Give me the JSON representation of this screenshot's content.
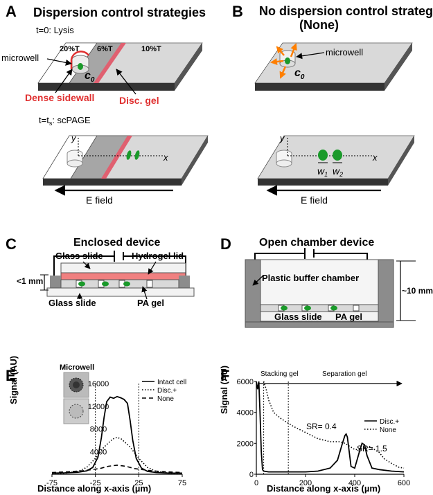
{
  "panelA": {
    "letter": "A",
    "title": "Dispersion control strategies",
    "time1": "t=0: Lysis",
    "gel_20": "20%T",
    "gel_6": "6%T",
    "gel_10": "10%T",
    "microwell": "microwell",
    "c0": "c",
    "c0_sub": "0",
    "dense_sidewall": "Dense sidewall",
    "disc_gel": "Disc. gel",
    "time2_prefix": "t=t",
    "time2_sub": "s",
    "time2_suffix": ": scPAGE",
    "axis_y": "y",
    "axis_x": "x",
    "efield": "E field"
  },
  "panelB": {
    "letter": "B",
    "title_line1": "No dispersion control strategies",
    "title_line2": "(None)",
    "microwell": "microwell",
    "c0": "c",
    "c0_sub": "0",
    "axis_y": "y",
    "axis_x": "x",
    "w1": "w",
    "w1_sub": "1",
    "w2": "w",
    "w2_sub": "2",
    "efield": "E field"
  },
  "panelC": {
    "letter": "C",
    "title": "Enclosed device",
    "glass_top": "Glass slide",
    "hydrogel_lid": "Hydrogel lid",
    "dim": "<1 mm",
    "glass_bottom": "Glass slide",
    "pa_gel": "PA gel"
  },
  "panelD": {
    "letter": "D",
    "title": "Open chamber device",
    "chamber": "Plastic buffer chamber",
    "dim": "~10 mm",
    "glass": "Glass slide",
    "pa_gel": "PA gel"
  },
  "colors": {
    "green": "#1a9a2a",
    "red": "#e03030",
    "pink": "#f08080",
    "orange": "#ff7f00",
    "gray_light": "#d9d9d9",
    "gray_mid": "#a6a6a6",
    "gray_dark": "#404040"
  },
  "chart_data": [
    {
      "type": "line",
      "panel_letter": "E",
      "inset_label": "Microwell",
      "xlabel": "Distance along x-axis (µm)",
      "ylabel": "Signal (AU)",
      "xlim": [
        -75,
        75
      ],
      "ylim": [
        0,
        16000
      ],
      "x_ticks": [
        -75,
        -25,
        25,
        75
      ],
      "x_tick_labels": [
        "-75",
        "-25",
        "25",
        "75"
      ],
      "y_ticks": [
        4000,
        8000,
        12000,
        16000
      ],
      "y_tick_labels": [
        "4000",
        "8000",
        "12000",
        "16000"
      ],
      "legend": [
        "Intact cell",
        "Disc.+",
        "None"
      ],
      "legend_position": "top-right",
      "series": [
        {
          "name": "Intact cell",
          "style": "solid",
          "x": [
            -75,
            -60,
            -45,
            -35,
            -28,
            -22,
            -18,
            -15,
            -12,
            -8,
            -4,
            0,
            4,
            8,
            12,
            15,
            18,
            22,
            28,
            35,
            45,
            60,
            75
          ],
          "y": [
            200,
            250,
            350,
            600,
            1200,
            3000,
            6500,
            10000,
            12800,
            13600,
            13400,
            13700,
            13500,
            13200,
            12500,
            9500,
            6000,
            2800,
            1100,
            500,
            300,
            200,
            200
          ]
        },
        {
          "name": "Disc.+",
          "style": "dotted",
          "x": [
            -75,
            -60,
            -45,
            -35,
            -25,
            -15,
            -5,
            0,
            5,
            15,
            25,
            35,
            45,
            60,
            75
          ],
          "y": [
            100,
            200,
            500,
            1200,
            2800,
            4800,
            6200,
            6500,
            6200,
            4800,
            2800,
            1200,
            500,
            200,
            100
          ]
        },
        {
          "name": "None",
          "style": "dashed",
          "x": [
            -75,
            -60,
            -40,
            -20,
            -10,
            0,
            10,
            20,
            40,
            60,
            75
          ],
          "y": [
            300,
            400,
            600,
            1000,
            1400,
            1600,
            1400,
            1000,
            600,
            400,
            300
          ]
        }
      ],
      "vlines": [
        -25,
        25
      ]
    },
    {
      "type": "line",
      "panel_letter": "F",
      "xlabel": "Distance along x-axis (µm)",
      "ylabel": "Signal (AU)",
      "xlim": [
        0,
        600
      ],
      "ylim": [
        0,
        6000
      ],
      "x_ticks": [
        0,
        200,
        400,
        600
      ],
      "x_tick_labels": [
        "0",
        "200",
        "400",
        "600"
      ],
      "y_ticks": [
        0,
        2000,
        4000,
        6000
      ],
      "y_tick_labels": [
        "0",
        "2000",
        "4000",
        "6000"
      ],
      "legend": [
        "Disc.+",
        "None"
      ],
      "legend_position": "center-right",
      "annotations": {
        "stacking": "Stacking gel",
        "separation": "Separation gel",
        "sr_disc": "SR= 1.5",
        "sr_none": "SR= 0.4"
      },
      "vlines": [
        30,
        130
      ],
      "series": [
        {
          "name": "Disc.+",
          "style": "solid",
          "x": [
            0,
            5,
            10,
            15,
            20,
            25,
            30,
            50,
            100,
            150,
            200,
            250,
            300,
            330,
            350,
            360,
            365,
            370,
            375,
            385,
            400,
            420,
            430,
            440,
            450,
            470,
            500,
            550,
            600
          ],
          "y": [
            6000,
            5500,
            6000,
            4000,
            1500,
            300,
            200,
            150,
            150,
            150,
            150,
            200,
            400,
            900,
            2000,
            2500,
            2600,
            2400,
            1800,
            500,
            400,
            1500,
            2000,
            1900,
            1200,
            400,
            300,
            200,
            150
          ]
        },
        {
          "name": "None",
          "style": "dotted",
          "x": [
            30,
            40,
            50,
            70,
            100,
            130,
            150,
            200,
            250,
            300,
            340,
            360,
            380,
            400,
            420,
            440,
            460,
            480,
            500,
            520,
            550,
            580,
            600
          ],
          "y": [
            6000,
            5500,
            4800,
            4000,
            3600,
            3300,
            3100,
            2700,
            2300,
            2100,
            2100,
            2000,
            1800,
            1600,
            1600,
            1700,
            1800,
            1600,
            1400,
            1000,
            700,
            450,
            400
          ]
        }
      ]
    }
  ]
}
